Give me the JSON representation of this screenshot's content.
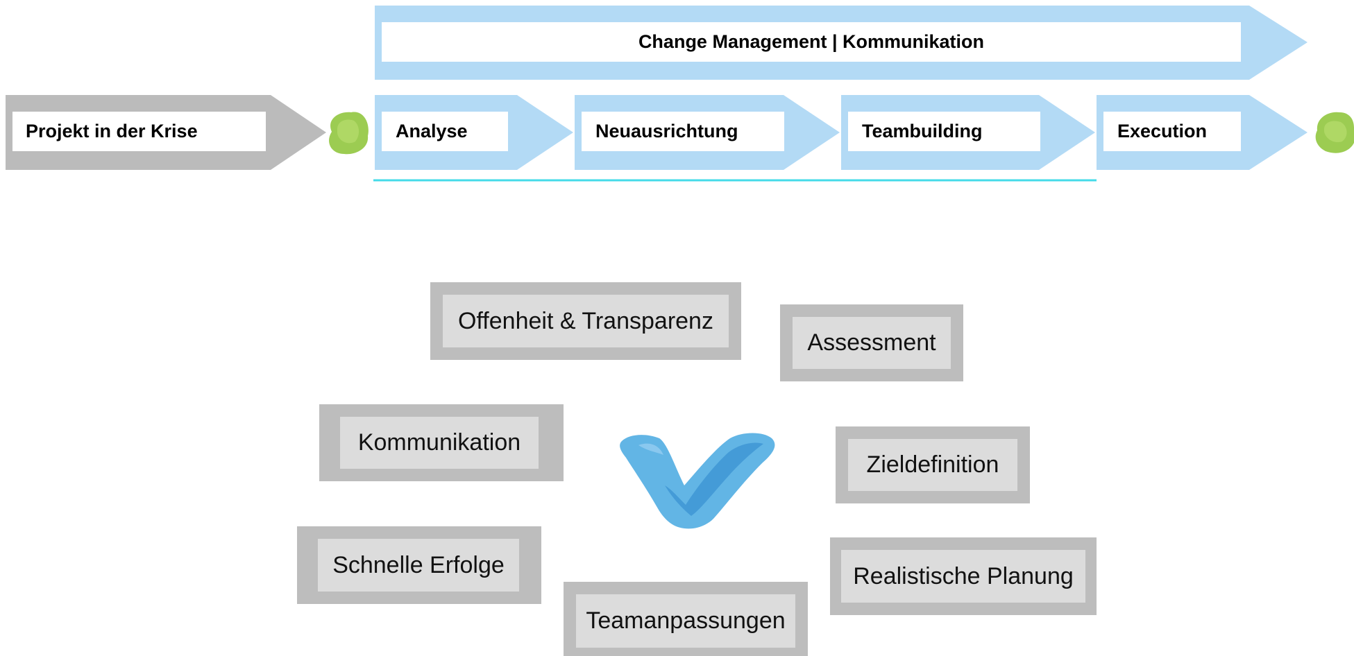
{
  "colors": {
    "arrow_blue": "#b3daf5",
    "arrow_grey": "#bbbbbb",
    "inner_white": "#ffffff",
    "underline_cyan": "#45dbe8",
    "blob_green": "#9ccc52",
    "check_blue": "#4aa3dd",
    "box_outer": "#bdbdbd",
    "box_inner": "#dcdcdc"
  },
  "process": {
    "banner": "Change Management | Kommunikation",
    "start": "Projekt in der Krise",
    "phases": [
      "Analyse",
      "Neuausrichtung",
      "Teambuilding",
      "Execution"
    ]
  },
  "factors": [
    "Offenheit & Transparenz",
    "Assessment",
    "Kommunikation",
    "Zieldefinition",
    "Schnelle Erfolge",
    "Realistische Planung",
    "Teamanpassungen"
  ],
  "icons": {
    "start_marker": "green-blob-icon",
    "end_marker": "green-blob-icon",
    "center": "checkmark-icon"
  }
}
